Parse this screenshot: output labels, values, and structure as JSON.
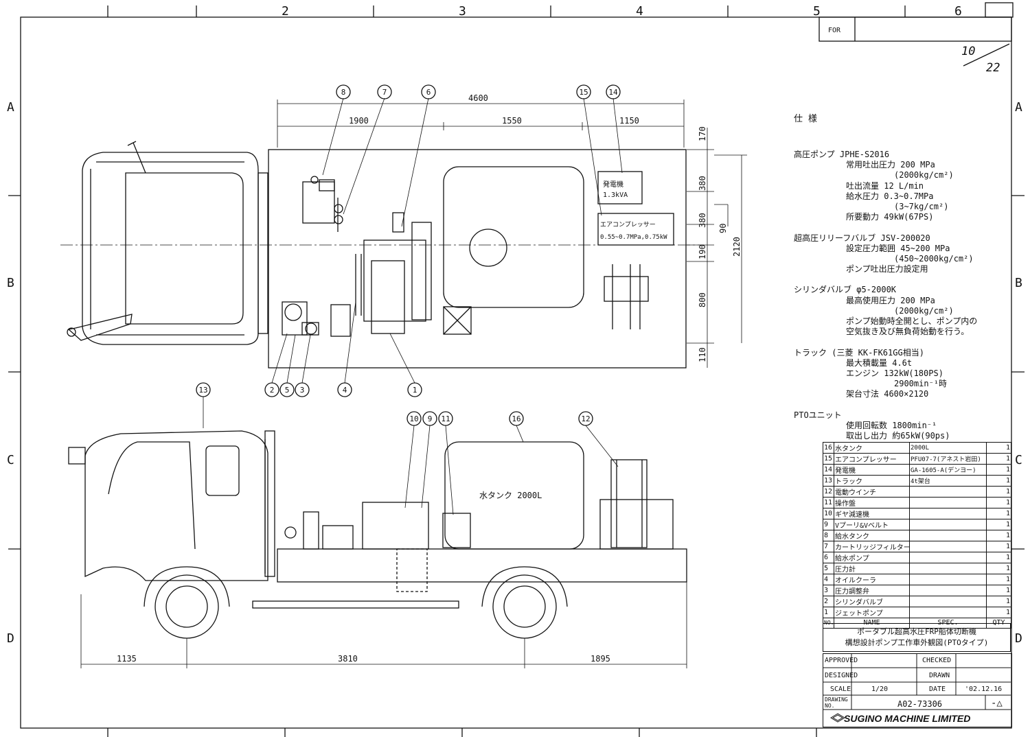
{
  "sheet": {
    "col_labels": [
      "2",
      "3",
      "4",
      "5",
      "6"
    ],
    "row_labels": [
      "A",
      "B",
      "C",
      "D"
    ],
    "for_label": "FOR",
    "page_num": "10",
    "page_total": "22"
  },
  "dims": {
    "top_total": "4600",
    "top_a": "1900",
    "top_b": "1550",
    "top_c": "1150",
    "r1": "170",
    "r2": "380",
    "r3": "380",
    "r4": "190",
    "r5": "800",
    "r6": "110",
    "small90": "90",
    "width": "2120",
    "bot_a": "1135",
    "bot_b": "3810",
    "bot_c": "1895"
  },
  "callouts": {
    "c8": "8",
    "c7": "7",
    "c6": "6",
    "c15": "15",
    "c14": "14",
    "c2": "2",
    "c5": "5",
    "c3": "3",
    "c4": "4",
    "c1": "1",
    "c13": "13",
    "c10": "10",
    "c9": "9",
    "c11": "11",
    "c16": "16",
    "c12": "12"
  },
  "plan_labels": {
    "generator": "発電機",
    "generator_kva": "1.3kVA",
    "compressor": "エアコンプレッサー",
    "compressor_spec": "0.55~0.7MPa,0.75kW"
  },
  "side_labels": {
    "tank": "水タンク 2000L"
  },
  "spec": {
    "title": "仕 様",
    "lines": [
      {
        "text": "高圧ポンプ JPHE-S2016",
        "indent": 0
      },
      {
        "text": "常用吐出圧力 200 MPa",
        "indent": 1
      },
      {
        "text": "(2000kg/cm²)",
        "indent": 2
      },
      {
        "text": "吐出流量 12 L/min",
        "indent": 1
      },
      {
        "text": "給水圧力 0.3~0.7MPa",
        "indent": 1
      },
      {
        "text": "(3~7kg/cm²)",
        "indent": 2
      },
      {
        "text": "所要動力 49kW(67PS)",
        "indent": 1
      },
      {
        "text": "",
        "indent": 0
      },
      {
        "text": "超高圧リリーフバルブ JSV-200020",
        "indent": 0
      },
      {
        "text": "設定圧力範囲 45~200 MPa",
        "indent": 1
      },
      {
        "text": "(450~2000kg/cm²)",
        "indent": 2
      },
      {
        "text": "ポンプ吐出圧力設定用",
        "indent": 1
      },
      {
        "text": "",
        "indent": 0
      },
      {
        "text": "シリンダバルブ φ5-2000K",
        "indent": 0
      },
      {
        "text": "最高使用圧力 200 MPa",
        "indent": 1
      },
      {
        "text": "(2000kg/cm²)",
        "indent": 2
      },
      {
        "text": "ポンプ始動時全開とし、ポンプ内の",
        "indent": 1
      },
      {
        "text": "空気抜き及び無負荷始動を行う。",
        "indent": 1
      },
      {
        "text": "",
        "indent": 0
      },
      {
        "text": "トラック (三菱 KK-FK61GG相当)",
        "indent": 0
      },
      {
        "text": "最大積載量 4.6t",
        "indent": 1
      },
      {
        "text": "エンジン 132kW(180PS)",
        "indent": 1
      },
      {
        "text": "2900min⁻¹時",
        "indent": 2
      },
      {
        "text": "架台寸法 4600×2120",
        "indent": 1
      },
      {
        "text": "",
        "indent": 0
      },
      {
        "text": "PTOユニット",
        "indent": 0
      },
      {
        "text": "使用回転数 1800min⁻¹",
        "indent": 1
      },
      {
        "text": "取出し出力 約65kW(90ps)",
        "indent": 1
      }
    ]
  },
  "parts": {
    "rows": [
      {
        "no": "16",
        "name": "水タンク",
        "spec": "2000L",
        "qty": "1"
      },
      {
        "no": "15",
        "name": "エアコンプレッサー",
        "spec": "PFU07-7(アネスト岩田)",
        "qty": "1"
      },
      {
        "no": "14",
        "name": "発電機",
        "spec": "GA-1605-A(デンヨー)",
        "qty": "1"
      },
      {
        "no": "13",
        "name": "トラック",
        "spec": "4t架台",
        "qty": "1"
      },
      {
        "no": "12",
        "name": "電動ウインチ",
        "spec": "",
        "qty": "1"
      },
      {
        "no": "11",
        "name": "操作盤",
        "spec": "",
        "qty": "1"
      },
      {
        "no": "10",
        "name": "ギヤ減速機",
        "spec": "",
        "qty": "1"
      },
      {
        "no": "9",
        "name": "Vプーリ&Vベルト",
        "spec": "",
        "qty": "1"
      },
      {
        "no": "8",
        "name": "給水タンク",
        "spec": "",
        "qty": "1"
      },
      {
        "no": "7",
        "name": "カートリッジフィルター",
        "spec": "",
        "qty": "1"
      },
      {
        "no": "6",
        "name": "給水ポンプ",
        "spec": "",
        "qty": "1"
      },
      {
        "no": "5",
        "name": "圧力計",
        "spec": "",
        "qty": "1"
      },
      {
        "no": "4",
        "name": "オイルクーラ",
        "spec": "",
        "qty": "1"
      },
      {
        "no": "3",
        "name": "圧力調整弁",
        "spec": "",
        "qty": "1"
      },
      {
        "no": "2",
        "name": "シリンダバルブ",
        "spec": "",
        "qty": "1"
      },
      {
        "no": "1",
        "name": "ジェットポンプ",
        "spec": "",
        "qty": "1"
      }
    ],
    "header": {
      "no": "NO.",
      "name": "NAME",
      "spec": "SPEC.",
      "qty": "QTY"
    }
  },
  "title_block": {
    "title1": "ポータブル超高水圧FRP船体切断機",
    "title2": "構想設計ポンプ工作車外観図(PTOタイプ)",
    "approved_label": "APPROVED",
    "checked_label": "CHECKED",
    "designed_label": "DESIGNED",
    "drawn_label": "DRAWN",
    "scale_label": "SCALE",
    "scale": "1/20",
    "date_label": "DATE",
    "date": "'02.12.16",
    "drawing_no_label": "DRAWING NO.",
    "drawing_no": "A02-73306",
    "revision": "-△",
    "company": "SUGINO MACHINE LIMITED"
  }
}
